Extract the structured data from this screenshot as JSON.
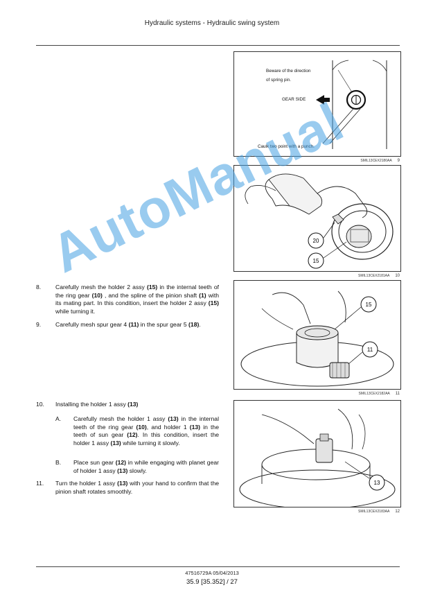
{
  "header": {
    "title": "Hydraulic systems - Hydraulic swing system"
  },
  "figures": [
    {
      "id": "9",
      "code": "SMIL13CEX2180AA",
      "number": "9",
      "labels": {
        "beware_1": "Beware of the direction",
        "beware_2": "of spring pin.",
        "gear_side": "GEAR SIDE",
        "caulk": "Caulk two point with a punch."
      }
    },
    {
      "id": "10",
      "code": "SMIL13CEX2181AA",
      "number": "10",
      "callouts": [
        "20",
        "15"
      ]
    },
    {
      "id": "11",
      "code": "SMIL13CEX2182AA",
      "number": "11",
      "callouts": [
        "15",
        "11"
      ]
    },
    {
      "id": "12",
      "code": "SMIL13CEX2183AA",
      "number": "12",
      "callouts": [
        "13"
      ]
    }
  ],
  "steps": {
    "s8": {
      "num": "8.",
      "p1": "Carefully mesh the holder 2 assy ",
      "b1": "(15)",
      "p2": " in the internal teeth of the ring gear ",
      "b2": "(10)",
      "p3": " , and the spline of the pinion shaft ",
      "b3": "(1)",
      "p4": " with its mating part. In this condition, insert the holder 2 assy ",
      "b4": "(15)",
      "p5": " while turning it."
    },
    "s9": {
      "num": "9.",
      "p1": "Carefully mesh spur gear 4 ",
      "b1": "(11)",
      "p2": " in the spur gear 5 ",
      "b2": "(18)",
      "p3": "."
    },
    "s10": {
      "num": "10.",
      "p1": "Installing the holder 1 assy ",
      "b1": "(13)"
    },
    "s10a": {
      "num": "A.",
      "p1": "Carefully mesh the holder 1 assy ",
      "b1": "(13)",
      "p2": " in the internal teeth of the ring gear ",
      "b2": "(10)",
      "p3": ", and holder 1 ",
      "b3": "(13)",
      "p4": " in the teeth of sun gear ",
      "b4": "(12)",
      "p5": ".  In this condition, insert the holder 1 assy ",
      "b5": "(13)",
      "p6": " while turning it slowly."
    },
    "s10b": {
      "num": "B.",
      "p1": "Place sun gear ",
      "b1": "(12)",
      "p2": " in while engaging with planet gear of holder 1 assy ",
      "b2": "(13)",
      "p3": " slowly."
    },
    "s11": {
      "num": "11.",
      "p1": "Turn the holder 1 assy ",
      "b1": "(13)",
      "p2": " with your hand to confirm that the pinion shaft rotates smoothly."
    }
  },
  "watermark": {
    "text": "AutoManual",
    "color": "#46a0e1"
  },
  "footer": {
    "doc": "47516729A 05/04/2013",
    "page": "35.9 [35.352] / 27"
  }
}
